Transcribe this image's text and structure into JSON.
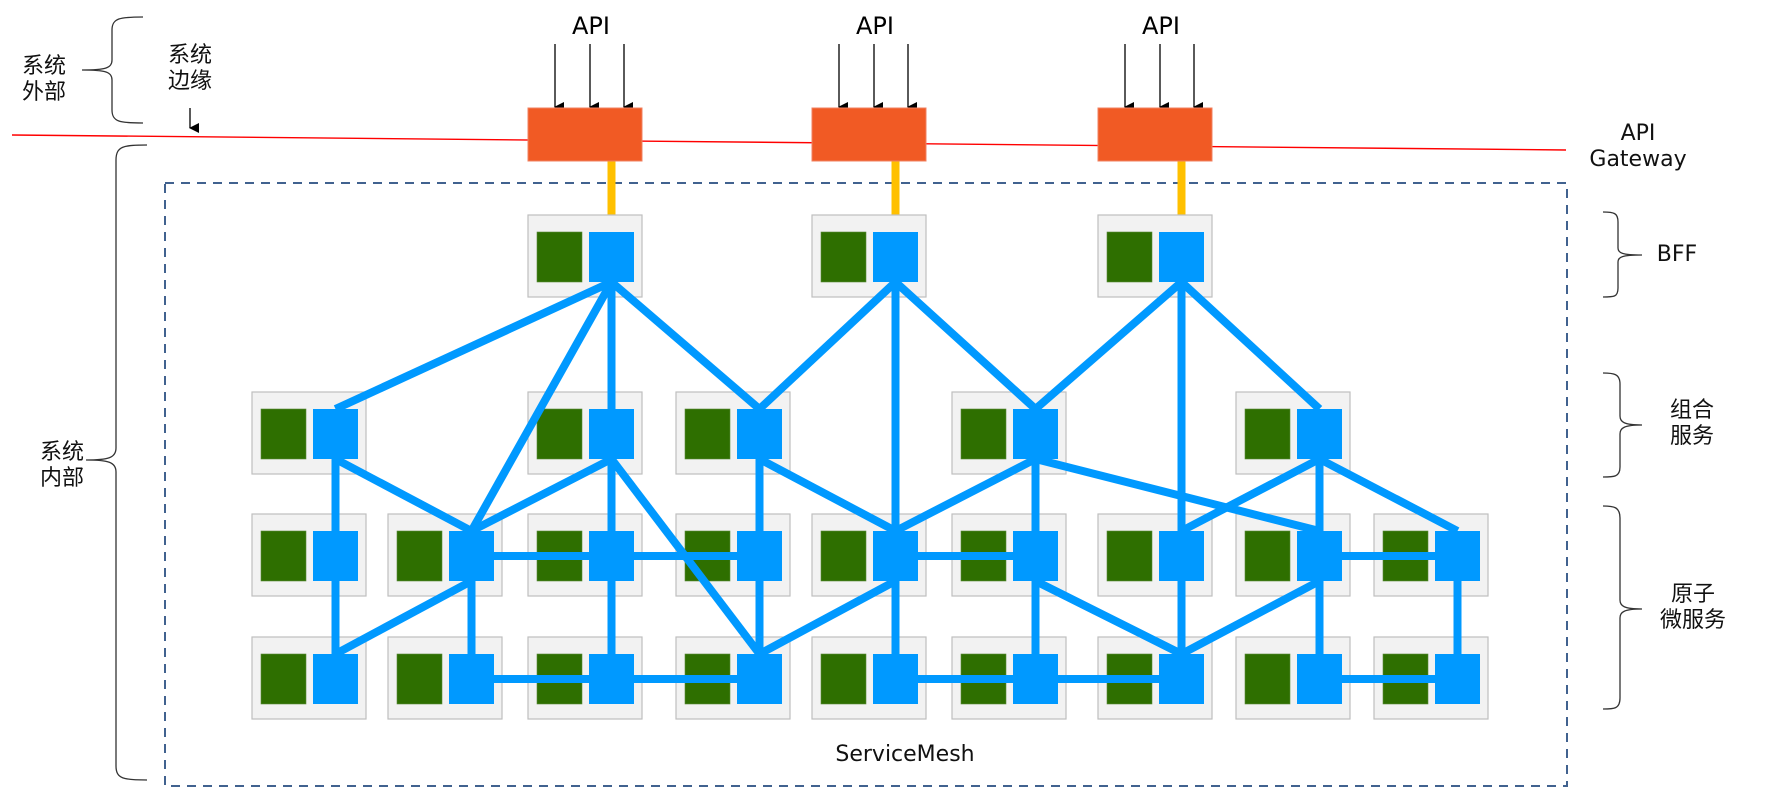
{
  "title": "API Gateway + BFF + ServiceMesh microservice layers",
  "colors": {
    "gateway": "#F15A24",
    "sidecar": "#0099FF",
    "service": "#2E6F00",
    "node_bg": "#F2F2F2",
    "node_border": "#BFBFBF",
    "ingress_link": "#FFC000",
    "boundary_line": "#FF0000",
    "mesh_border": "#41628F"
  },
  "labels": {
    "system_external": "系统\n外部",
    "system_edge": "系统\n边缘",
    "system_internal": "系统\n内部",
    "api_gateway": "API\nGateway",
    "bff": "BFF",
    "composite_services": "组合\n服务",
    "atomic_microservices": "原子\n微服务",
    "service_mesh": "ServiceMesh"
  },
  "gateways": [
    {
      "id": "gw1",
      "api_label": "API",
      "col": 3
    },
    {
      "id": "gw2",
      "api_label": "API",
      "col": 5
    },
    {
      "id": "gw3",
      "api_label": "API",
      "col": 7
    }
  ],
  "layers": [
    {
      "id": "bff",
      "name": "BFF",
      "row": 1,
      "nodes": [
        3,
        5,
        7
      ]
    },
    {
      "id": "composite",
      "name": "组合服务",
      "row": 2,
      "nodes": [
        1,
        3,
        4,
        6,
        8
      ]
    },
    {
      "id": "atomic-a",
      "name": "原子微服务",
      "row": 3,
      "nodes": [
        1,
        2,
        3,
        4,
        5,
        6,
        7,
        8,
        9
      ]
    },
    {
      "id": "atomic-b",
      "name": "原子微服务",
      "row": 4,
      "nodes": [
        1,
        2,
        3,
        4,
        5,
        6,
        7,
        8,
        9
      ]
    }
  ],
  "gateway_links": [
    [
      "gw1",
      "r1c3"
    ],
    [
      "gw2",
      "r1c5"
    ],
    [
      "gw3",
      "r1c7"
    ]
  ],
  "mesh_links": [
    [
      "r1c3",
      "r2c1"
    ],
    [
      "r1c3",
      "r3c2"
    ],
    [
      "r1c3",
      "r2c3"
    ],
    [
      "r1c3",
      "r2c4"
    ],
    [
      "r1c5",
      "r2c4"
    ],
    [
      "r1c5",
      "r3c5"
    ],
    [
      "r1c5",
      "r2c6"
    ],
    [
      "r1c7",
      "r2c6"
    ],
    [
      "r1c7",
      "r3c7"
    ],
    [
      "r1c7",
      "r2c8"
    ],
    [
      "r2c1",
      "r3c1"
    ],
    [
      "r2c1",
      "r3c2"
    ],
    [
      "r2c3",
      "r3c2"
    ],
    [
      "r2c3",
      "r3c3"
    ],
    [
      "r2c3",
      "r4c4"
    ],
    [
      "r2c4",
      "r3c4"
    ],
    [
      "r2c4",
      "r3c5"
    ],
    [
      "r2c6",
      "r3c5"
    ],
    [
      "r2c6",
      "r3c6"
    ],
    [
      "r2c6",
      "r3c8"
    ],
    [
      "r2c8",
      "r3c7"
    ],
    [
      "r2c8",
      "r3c8"
    ],
    [
      "r2c8",
      "r3c9"
    ],
    [
      "r3c2",
      "r3c3"
    ],
    [
      "r3c3",
      "r3c4"
    ],
    [
      "r3c5",
      "r3c6"
    ],
    [
      "r3c8",
      "r3c9"
    ],
    [
      "r3c1",
      "r4c1"
    ],
    [
      "r3c2",
      "r4c1"
    ],
    [
      "r3c2",
      "r4c2"
    ],
    [
      "r3c3",
      "r4c3"
    ],
    [
      "r3c4",
      "r4c4"
    ],
    [
      "r3c5",
      "r4c4"
    ],
    [
      "r3c5",
      "r4c5"
    ],
    [
      "r3c6",
      "r4c6"
    ],
    [
      "r3c6",
      "r4c7"
    ],
    [
      "r3c7",
      "r4c7"
    ],
    [
      "r3c8",
      "r4c7"
    ],
    [
      "r3c8",
      "r4c8"
    ],
    [
      "r3c9",
      "r4c9"
    ],
    [
      "r4c2",
      "r4c3"
    ],
    [
      "r4c3",
      "r4c4"
    ],
    [
      "r4c5",
      "r4c6"
    ],
    [
      "r4c6",
      "r4c7"
    ],
    [
      "r4c8",
      "r4c9"
    ]
  ]
}
